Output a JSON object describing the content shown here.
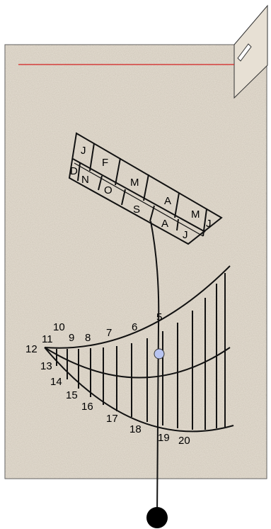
{
  "months_upper": [
    "J",
    "F",
    "M",
    "A",
    "M",
    "J"
  ],
  "months_lower": [
    "D",
    "N",
    "O",
    "S",
    "A",
    "J"
  ],
  "hours": [
    "5",
    "6",
    "7",
    "8",
    "9",
    "10",
    "11",
    "12",
    "13",
    "14",
    "15",
    "16",
    "17",
    "18",
    "19",
    "20"
  ],
  "colors": {
    "card": "#e7e0d4",
    "card_border": "#555555",
    "red_line": "#d42020",
    "bead": "#b8c4f0",
    "ink": "#111111"
  },
  "icons": {
    "bead": "bead-icon",
    "plumb_bob": "plumb-bob-icon",
    "gnomon_flap": "folded-flap-icon"
  }
}
